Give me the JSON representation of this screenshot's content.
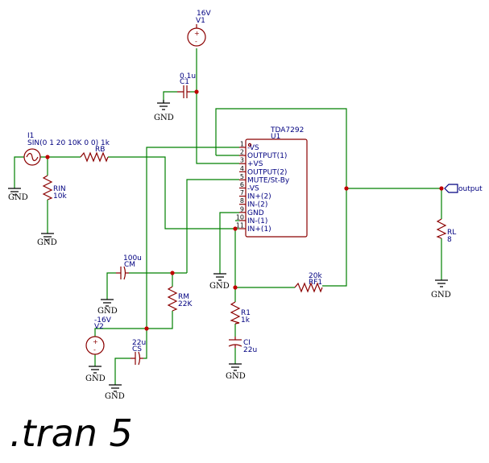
{
  "directive": ".tran 5",
  "net_label": "output",
  "gnd_label": "GND",
  "components": {
    "V1": {
      "ref": "V1",
      "value": "16V"
    },
    "V2": {
      "ref": "V2",
      "value": "-16V"
    },
    "I1": {
      "ref": "I1",
      "value": "SIN(0 1 20 10K 0 0) 1k"
    },
    "C1": {
      "ref": "C1",
      "value": "0.1u"
    },
    "CM": {
      "ref": "CM",
      "value": "100u"
    },
    "CS": {
      "ref": "CS",
      "value": "22u"
    },
    "CI": {
      "ref": "CI",
      "value": "22u"
    },
    "RB": {
      "ref": "RB",
      "value": ""
    },
    "RIN": {
      "ref": "RIN",
      "value": "10k"
    },
    "RM": {
      "ref": "RM",
      "value": "22K"
    },
    "R1": {
      "ref": "R1",
      "value": "1k"
    },
    "RF1": {
      "ref": "RF1",
      "value": "20k"
    },
    "RL": {
      "ref": "RL",
      "value": "8"
    },
    "U1": {
      "ref": "U1",
      "value": "TDA7292"
    }
  },
  "ic_pins": [
    {
      "num": "1",
      "name": "-VS"
    },
    {
      "num": "2",
      "name": "OUTPUT(1)"
    },
    {
      "num": "3",
      "name": "+VS"
    },
    {
      "num": "4",
      "name": "OUTPUT(2)"
    },
    {
      "num": "5",
      "name": "MUTE/St-By"
    },
    {
      "num": "6",
      "name": "-VS"
    },
    {
      "num": "7",
      "name": "IN+(2)"
    },
    {
      "num": "8",
      "name": "IN-(2)"
    },
    {
      "num": "9",
      "name": "GND"
    },
    {
      "num": "10",
      "name": "IN-(1)"
    },
    {
      "num": "11",
      "name": "IN+(1)"
    }
  ]
}
